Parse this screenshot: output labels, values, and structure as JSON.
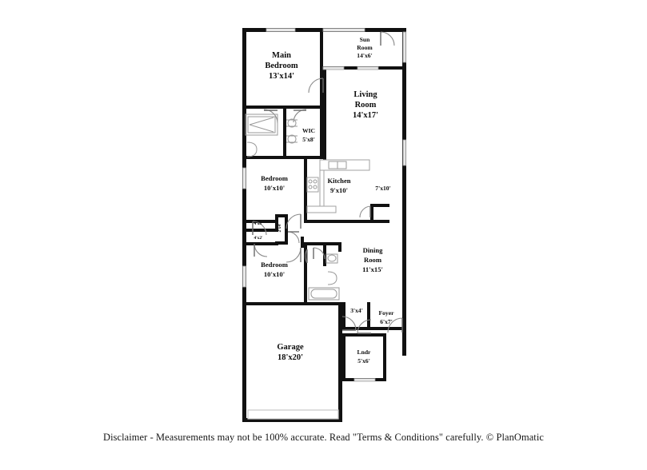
{
  "document": {
    "type": "real-estate-floor-plan",
    "disclaimer": "Disclaimer - Measurements may not be 100% accurate. Read \"Terms & Conditions\" carefully. © PlanOmatic",
    "background_color": "#ffffff",
    "wall_color": "#111111",
    "fixture_color": "#9a9a9a"
  },
  "rooms": {
    "main_bedroom": {
      "name": "Main\nBedroom",
      "line1": "Main",
      "line2": "Bedroom",
      "dimensions": "13'x14'"
    },
    "sun_room": {
      "line1": "Sun",
      "line2": "Room",
      "dimensions": "14'x6'"
    },
    "living_room": {
      "line1": "Living",
      "line2": "Room",
      "dimensions": "14'x17'"
    },
    "wic": {
      "line1": "WIC",
      "dimensions": "5'x8'"
    },
    "bedroom_2": {
      "line1": "Bedroom",
      "dimensions": "10'x10'"
    },
    "kitchen": {
      "line1": "Kitchen",
      "dimensions": "9'x10'"
    },
    "hall_area": {
      "dimensions": "7'x10'"
    },
    "closet_a": {
      "dimensions": "4'x3'"
    },
    "closet_b": {
      "dimensions": "4'x2'"
    },
    "closet_c": {
      "dimensions": "2'x4'"
    },
    "bedroom_3": {
      "line1": "Bedroom",
      "dimensions": "10'x10'"
    },
    "dining_room": {
      "line1": "Dining",
      "line2": "Room",
      "dimensions": "11'x15'"
    },
    "closet_foyer": {
      "dimensions": "3'x4'"
    },
    "foyer": {
      "line1": "Foyer",
      "dimensions": "6'x7'"
    },
    "garage": {
      "line1": "Garage",
      "dimensions": "18'x20'"
    },
    "laundry": {
      "line1": "Lndr",
      "dimensions": "5'x6'"
    }
  }
}
